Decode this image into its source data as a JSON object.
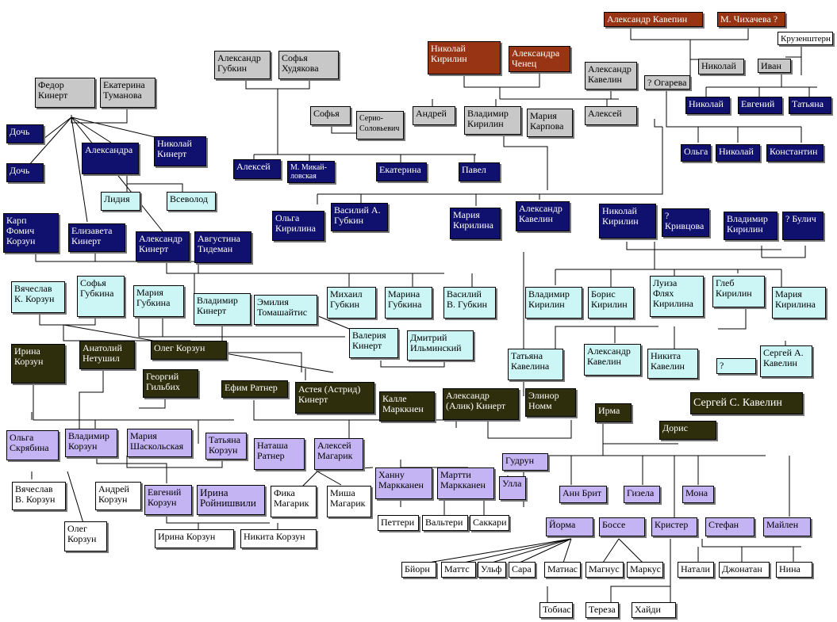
{
  "colors": {
    "g0": "#983414",
    "g1": "#c8c8c8",
    "g2": "#10106e",
    "g3": "#ccf6f6",
    "g4": "#2e2e0c",
    "g5": "#c4b4f4",
    "g6": "#ffffff"
  },
  "nodes": [
    {
      "id": "akavelin_sr",
      "text": "Александр  Кавепин",
      "g": "g0"
    },
    {
      "id": "mchikhacheva",
      "text": "М. Чихачева ?",
      "g": "g0"
    },
    {
      "id": "kruzenshtern",
      "text": "Крузенштерн",
      "g": "g6"
    },
    {
      "id": "nkirilin_sr",
      "text": "Николай\nКирилин",
      "g": "g0"
    },
    {
      "id": "achenets",
      "text": "Александра\nЧенец",
      "g": "g0"
    },
    {
      "id": "nikolay_k1",
      "text": "Николай",
      "g": "g1"
    },
    {
      "id": "ivan",
      "text": "Иван",
      "g": "g1"
    },
    {
      "id": "agubkin_sr",
      "text": "Александр\nГубкин",
      "g": "g1"
    },
    {
      "id": "shudyakova",
      "text": "Софья\nХудякова",
      "g": "g1"
    },
    {
      "id": "akavelin2",
      "text": "Александр\nКавелин",
      "g": "g1"
    },
    {
      "id": "ogareva",
      "text": "? Огарева",
      "g": "g1"
    },
    {
      "id": "fkinert",
      "text": "Федор\nКинерт",
      "g": "g1"
    },
    {
      "id": "etumanova",
      "text": "Екатерина\nТуманова",
      "g": "g1"
    },
    {
      "id": "nikolay_kr",
      "text": "Николай",
      "g": "g2"
    },
    {
      "id": "evgeniy_kr",
      "text": "Евгений",
      "g": "g2"
    },
    {
      "id": "tatyana_kr",
      "text": "Татьяна",
      "g": "g2"
    },
    {
      "id": "sofya_g",
      "text": "Софья",
      "g": "g1"
    },
    {
      "id": "seryo",
      "text": "Серио-\nСоловьевич",
      "g": "g1"
    },
    {
      "id": "andrey_k",
      "text": "Андрей",
      "g": "g1"
    },
    {
      "id": "vkirilin1",
      "text": "Владимир\nКирилин",
      "g": "g1"
    },
    {
      "id": "mkarpova",
      "text": "Мария\nКарпова",
      "g": "g1"
    },
    {
      "id": "aleksey_kv",
      "text": "Алексей",
      "g": "g1"
    },
    {
      "id": "doch1",
      "text": "Дочь",
      "g": "g2"
    },
    {
      "id": "doch2",
      "text": "Дочь",
      "g": "g2"
    },
    {
      "id": "aleksandra_k",
      "text": "Александра",
      "g": "g2"
    },
    {
      "id": "nkinert",
      "text": "Николай\nКинерт",
      "g": "g2"
    },
    {
      "id": "aleksey_g",
      "text": "Алексей",
      "g": "g2"
    },
    {
      "id": "mmikhay",
      "text": "М. Микай-\nловская",
      "g": "g2"
    },
    {
      "id": "ekaterina_k",
      "text": "Екатерина",
      "g": "g2"
    },
    {
      "id": "pavel_k",
      "text": "Павел",
      "g": "g2"
    },
    {
      "id": "olga_kv",
      "text": "Ольга",
      "g": "g2"
    },
    {
      "id": "nikolay_kv",
      "text": "Николай",
      "g": "g2"
    },
    {
      "id": "konstantin_kv",
      "text": "Константин",
      "g": "g2"
    },
    {
      "id": "lidiya",
      "text": "Лидия",
      "g": "g3"
    },
    {
      "id": "vsevolod",
      "text": "Всеволод",
      "g": "g3"
    },
    {
      "id": "okirilina",
      "text": "Ольга\nКирилина",
      "g": "g2"
    },
    {
      "id": "vgubkin_a",
      "text": "Василий А.\nГубкин",
      "g": "g2"
    },
    {
      "id": "mkirilina1",
      "text": "Мария\nКирилина",
      "g": "g2"
    },
    {
      "id": "akavelin3",
      "text": "Александр\nКавелин",
      "g": "g2"
    },
    {
      "id": "nkirilin2",
      "text": "Николай\nКирилин",
      "g": "g2"
    },
    {
      "id": "krivtsova",
      "text": "?\nКривцова",
      "g": "g2"
    },
    {
      "id": "vkirilin2",
      "text": "Владимир\nКирилин",
      "g": "g2"
    },
    {
      "id": "bulich",
      "text": "? Булич",
      "g": "g2"
    },
    {
      "id": "kkorzun",
      "text": "Карп\nФомич\nКорзун",
      "g": "g2"
    },
    {
      "id": "ekinert",
      "text": "Елизавета\nКинерт",
      "g": "g2"
    },
    {
      "id": "akinert2",
      "text": "Александр\nКинерт",
      "g": "g2"
    },
    {
      "id": "atideman",
      "text": "Августина\nТидеман",
      "g": "g2"
    },
    {
      "id": "vkorzun_k",
      "text": "Вячеслав\nК. Корзун",
      "g": "g3"
    },
    {
      "id": "sgubkina",
      "text": "Софья\nГубкина",
      "g": "g3"
    },
    {
      "id": "mgubkina",
      "text": "Мария\nГубкина",
      "g": "g3"
    },
    {
      "id": "vkinert",
      "text": "Владимир\nКинерт",
      "g": "g3"
    },
    {
      "id": "etomashaytis",
      "text": "Эмилия\nТомашайтис",
      "g": "g3"
    },
    {
      "id": "mgubkin",
      "text": "Михаил\nГубкин",
      "g": "g3"
    },
    {
      "id": "mgubkina2",
      "text": "Марина\nГубкина",
      "g": "g3"
    },
    {
      "id": "vvgubkin",
      "text": "Василий\nВ. Губкин",
      "g": "g3"
    },
    {
      "id": "vkirilin3",
      "text": "Владимир\nКирилин",
      "g": "g3"
    },
    {
      "id": "bkirilin",
      "text": "Борис\nКирилин",
      "g": "g3"
    },
    {
      "id": "lfkirilina",
      "text": "Луиза\nФлях\nКирилина",
      "g": "g3"
    },
    {
      "id": "gkirilin",
      "text": "Глеб\nКирилин",
      "g": "g3"
    },
    {
      "id": "mkirilina2",
      "text": "Мария\nКирилина",
      "g": "g3"
    },
    {
      "id": "vkinert2",
      "text": "Валерия\nКинерт",
      "g": "g3"
    },
    {
      "id": "dilminskiy",
      "text": "Дмитрий\nИльминский",
      "g": "g3"
    },
    {
      "id": "tkavelina",
      "text": "Татьяна\nКавелина",
      "g": "g3"
    },
    {
      "id": "akavelin4",
      "text": "Александр\nКавелин",
      "g": "g3"
    },
    {
      "id": "nkavelin",
      "text": "Никита\nКавелин",
      "g": "g3"
    },
    {
      "id": "q_kav",
      "text": "?",
      "g": "g3"
    },
    {
      "id": "sakavelin",
      "text": "Сергей А.\nКавелин",
      "g": "g3"
    },
    {
      "id": "ikorzun",
      "text": "Ирина\nКорзун",
      "g": "g4"
    },
    {
      "id": "anetushil",
      "text": "Анатолий\nНетушил",
      "g": "g4"
    },
    {
      "id": "okorzun",
      "text": "Олег Корзун",
      "g": "g4"
    },
    {
      "id": "ggilbikh",
      "text": "Георгий\nГильбих",
      "g": "g4"
    },
    {
      "id": "eratner",
      "text": "Ефим Ратнер",
      "g": "g4"
    },
    {
      "id": "akinert3",
      "text": "Астея (Астрид)\nКинерт",
      "g": "g4"
    },
    {
      "id": "kmarkkanen",
      "text": "Калле\nМарккнен",
      "g": "g4"
    },
    {
      "id": "akinert4",
      "text": "Александр\n(Алик) Кинерт",
      "g": "g4"
    },
    {
      "id": "enomm",
      "text": "Элинор\nНомм",
      "g": "g4"
    },
    {
      "id": "irma",
      "text": "Ирма",
      "g": "g4"
    },
    {
      "id": "doris",
      "text": "Дорис",
      "g": "g4"
    },
    {
      "id": "sskavelin",
      "text": "Сергей С. Кавелин",
      "g": "g4"
    },
    {
      "id": "oskryabina",
      "text": "Ольга\nСкрябина",
      "g": "g5"
    },
    {
      "id": "vkorzun2",
      "text": "Владимир\nКорзун",
      "g": "g5"
    },
    {
      "id": "mshaskolskaya",
      "text": "Мария\nШаскольская",
      "g": "g5"
    },
    {
      "id": "tkorzun",
      "text": "Татьяна\nКорзун",
      "g": "g5"
    },
    {
      "id": "nratner",
      "text": "Наташа\nРатнер",
      "g": "g5"
    },
    {
      "id": "amagarik",
      "text": "Алексей\nМагарик",
      "g": "g5"
    },
    {
      "id": "hmarkkanen",
      "text": "Ханну\nМаркканен",
      "g": "g5"
    },
    {
      "id": "mmarkkanen",
      "text": "Мартти\nМаркканен",
      "g": "g5"
    },
    {
      "id": "ulla",
      "text": "Улла",
      "g": "g5"
    },
    {
      "id": "gudrun",
      "text": "Гудрун",
      "g": "g5"
    },
    {
      "id": "annbrit",
      "text": "Анн Брит",
      "g": "g5"
    },
    {
      "id": "gizela",
      "text": "Гизела",
      "g": "g5"
    },
    {
      "id": "mona",
      "text": "Мона",
      "g": "g5"
    },
    {
      "id": "ekorzun",
      "text": "Евгений\nКорзун",
      "g": "g5"
    },
    {
      "id": "iroynishvili",
      "text": "Ирина\nРойнишвили",
      "g": "g5"
    },
    {
      "id": "yorma",
      "text": "Йорма",
      "g": "g5"
    },
    {
      "id": "bosse",
      "text": "Боссе",
      "g": "g5"
    },
    {
      "id": "krister",
      "text": "Кристер",
      "g": "g5"
    },
    {
      "id": "stefan",
      "text": "Стефан",
      "g": "g5"
    },
    {
      "id": "maylen",
      "text": "Майлен",
      "g": "g5"
    },
    {
      "id": "vkorzun3",
      "text": "Вячеслав\nВ. Корзун",
      "g": "g6"
    },
    {
      "id": "akorzun",
      "text": "Андрей\nКорзун",
      "g": "g6"
    },
    {
      "id": "fmagarik",
      "text": "Фика\nМагарик",
      "g": "g6"
    },
    {
      "id": "mimagarik",
      "text": "Миша\nМагарик",
      "g": "g6"
    },
    {
      "id": "okorzun2",
      "text": "Олег\nКорзун",
      "g": "g6"
    },
    {
      "id": "ikorzun2",
      "text": "Ирина Корзун",
      "g": "g6"
    },
    {
      "id": "nkorzun",
      "text": "Никита Корзун",
      "g": "g6"
    },
    {
      "id": "petteri",
      "text": "Петтери",
      "g": "g6"
    },
    {
      "id": "valtteri",
      "text": "Вальтери",
      "g": "g6"
    },
    {
      "id": "sakkari",
      "text": "Саккари",
      "g": "g6"
    },
    {
      "id": "byorn",
      "text": "Бйорн",
      "g": "g6"
    },
    {
      "id": "matts",
      "text": "Маттс",
      "g": "g6"
    },
    {
      "id": "ulf",
      "text": "Ульф",
      "g": "g6"
    },
    {
      "id": "sara",
      "text": "Сара",
      "g": "g6"
    },
    {
      "id": "matias",
      "text": "Матиас",
      "g": "g6"
    },
    {
      "id": "magnus",
      "text": "Магнус",
      "g": "g6"
    },
    {
      "id": "markus",
      "text": "Маркус",
      "g": "g6"
    },
    {
      "id": "natali",
      "text": "Натали",
      "g": "g6"
    },
    {
      "id": "dzhonatan",
      "text": "Джонатан",
      "g": "g6"
    },
    {
      "id": "nina",
      "text": "Нина",
      "g": "g6"
    },
    {
      "id": "tobias",
      "text": "Тобиас",
      "g": "g6"
    },
    {
      "id": "tereza",
      "text": "Тереза",
      "g": "g6"
    },
    {
      "id": "khaydi",
      "text": "Хайди",
      "g": "g6"
    }
  ]
}
